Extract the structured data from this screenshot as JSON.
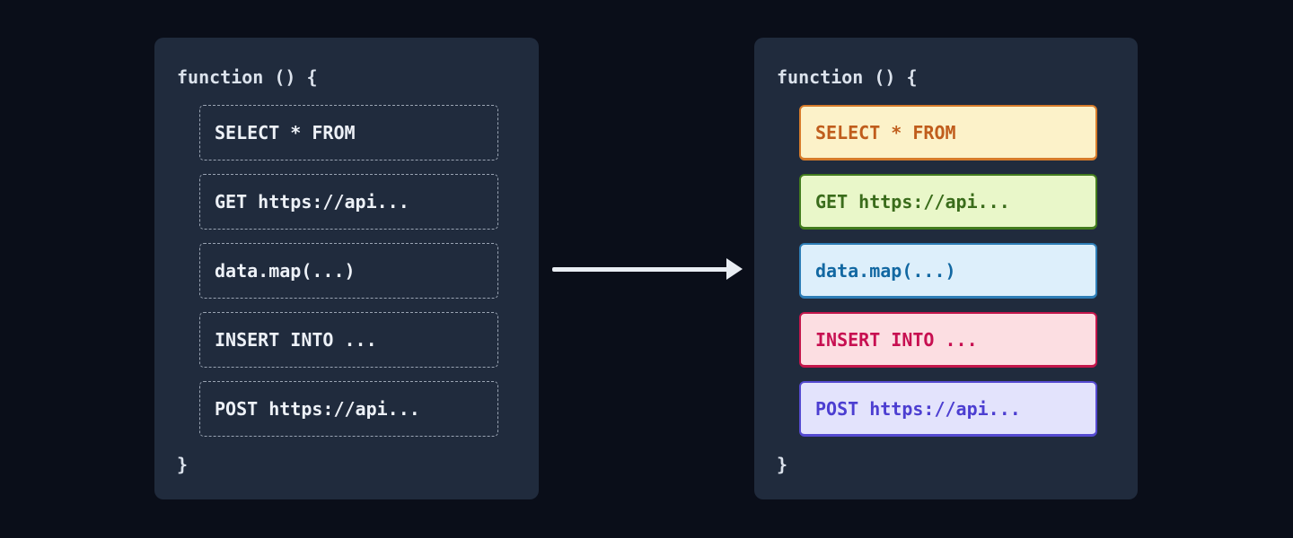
{
  "colors": {
    "page_bg": "#0a0e19",
    "panel_bg": "#202b3d",
    "header_text": "#dbe2ec",
    "dashed_border": "#99a3b2",
    "plain_item_text": "#edf1f7",
    "arrow": "#e9edf3"
  },
  "left_panel": {
    "header": "function () {",
    "footer": "}",
    "items": [
      {
        "label": "SELECT * FROM"
      },
      {
        "label": "GET https://api..."
      },
      {
        "label": "data.map(...)"
      },
      {
        "label": "INSERT INTO ..."
      },
      {
        "label": "POST https://api..."
      }
    ]
  },
  "right_panel": {
    "header": "function () {",
    "footer": "}",
    "items": [
      {
        "label": "SELECT * FROM",
        "bg": "#fcf2c9",
        "border": "#d67b2a",
        "text": "#c05d1c"
      },
      {
        "label": "GET https://api...",
        "bg": "#e9f7c9",
        "border": "#437c1e",
        "text": "#3a6c1b"
      },
      {
        "label": "data.map(...)",
        "bg": "#ddeffb",
        "border": "#2d7db6",
        "text": "#1268a2"
      },
      {
        "label": "INSERT INTO ...",
        "bg": "#fcdee2",
        "border": "#c3164b",
        "text": "#c70f51"
      },
      {
        "label": "POST https://api...",
        "bg": "#e3e3fc",
        "border": "#554ad0",
        "text": "#4c3ed1"
      }
    ]
  }
}
